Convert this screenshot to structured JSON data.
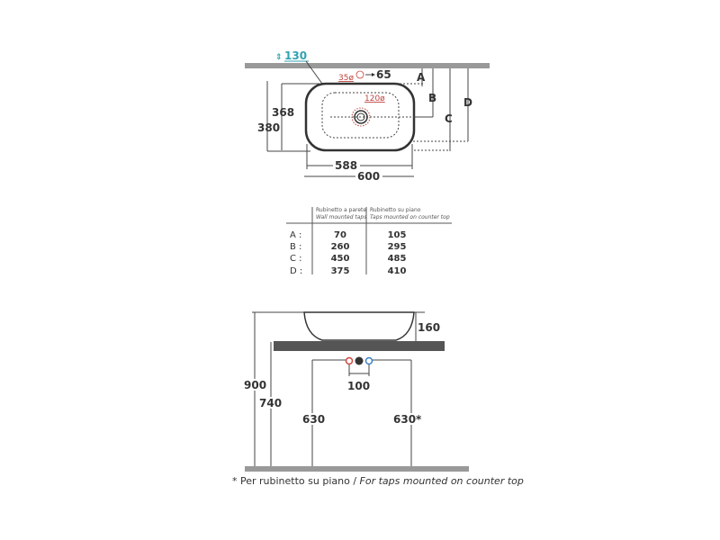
{
  "top_view": {
    "height_marker": "130",
    "tap_hole_diameter": "35ø",
    "tap_hole_offset": "65",
    "drain_diameter": "120ø",
    "inner_depth": "368",
    "outer_depth": "380",
    "inner_width": "588",
    "outer_width": "600",
    "letters": {
      "a": "A",
      "b": "B",
      "c": "C",
      "d": "D"
    }
  },
  "table": {
    "col1_header": "Rubinetto a parete",
    "col1_header_en": "Wall mounted taps",
    "col2_header": "Rubinetto su piano",
    "col2_header_en": "Taps mounted on counter top",
    "rows": [
      {
        "label": "A :",
        "wall": "70",
        "counter": "105"
      },
      {
        "label": "B :",
        "wall": "260",
        "counter": "295"
      },
      {
        "label": "C :",
        "wall": "450",
        "counter": "485"
      },
      {
        "label": "D :",
        "wall": "375",
        "counter": "410"
      }
    ]
  },
  "side_view": {
    "basin_height": "160",
    "total_height": "900",
    "counter_height": "740",
    "tap_spacing": "100",
    "left_supply_height": "630",
    "right_supply_height": "630*"
  },
  "footnote": {
    "it": "* Per rubinetto su piano / ",
    "en": "For taps mounted on counter top"
  },
  "colors": {
    "hot": "#d0453f",
    "cold": "#3a7fc4",
    "teal": "#2fa3b0",
    "counter": "#555555",
    "bar": "#999999"
  }
}
